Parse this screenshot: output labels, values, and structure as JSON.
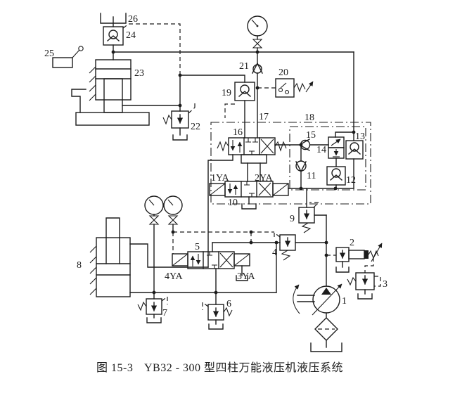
{
  "caption": {
    "figure_no": "图 15-3",
    "title": "YB32 - 300 型四柱万能液压机液压系统"
  },
  "labels": {
    "c1": "1",
    "c2": "2",
    "c3": "3",
    "c4": "4",
    "c5": "5",
    "c6": "6",
    "c7": "7",
    "c8": "8",
    "c9": "9",
    "c10": "10",
    "c11": "11",
    "c12": "12",
    "c13": "13",
    "c14": "14",
    "c15": "15",
    "c16": "16",
    "c17": "17",
    "c18": "18",
    "c19": "19",
    "c20": "20",
    "c21": "21",
    "c22": "22",
    "c23": "23",
    "c24": "24",
    "c25": "25",
    "c26": "26"
  },
  "solenoids": {
    "ya1": "1YA",
    "ya2": "2YA",
    "ya3": "3YA",
    "ya4": "4YA"
  },
  "colors": {
    "ink": "#1c1c1c",
    "background": "#ffffff"
  }
}
